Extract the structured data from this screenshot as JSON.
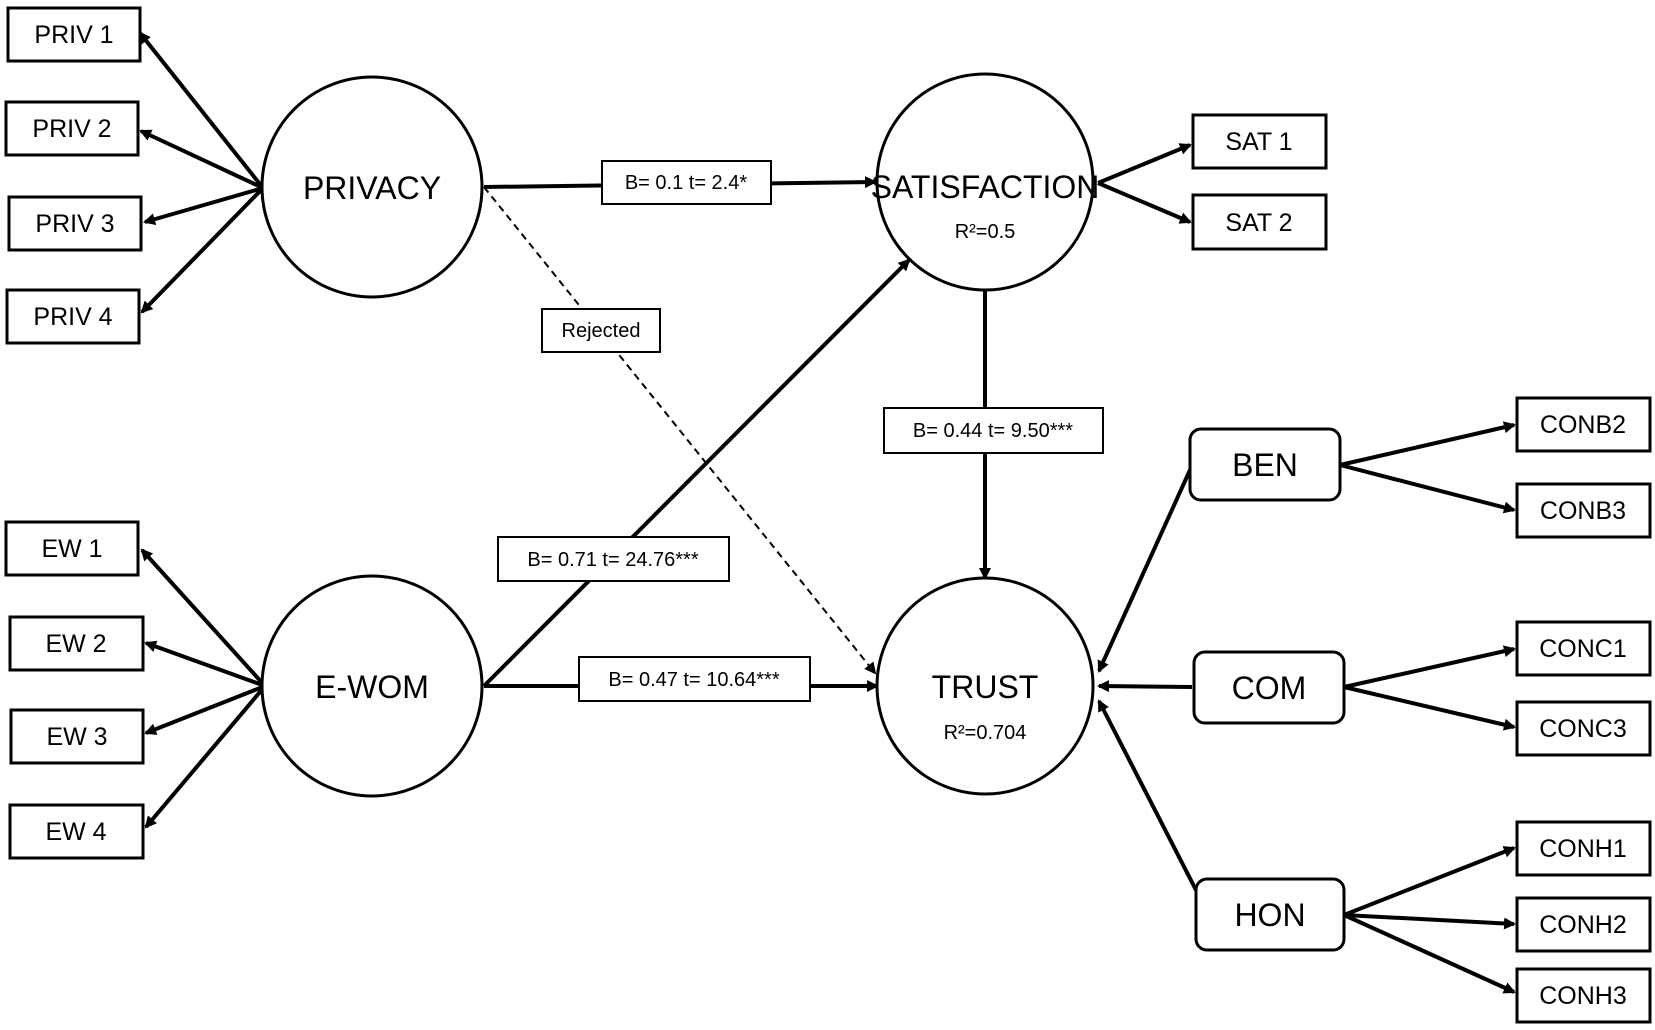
{
  "constructs": {
    "privacy": "PRIVACY",
    "ewom": "E-WOM",
    "satisfaction": "SATISFACTION",
    "satisfaction_r2": "R²=0.5",
    "trust": "TRUST",
    "trust_r2": "R²=0.704",
    "ben": "BEN",
    "com": "COM",
    "hon": "HON"
  },
  "indicators": {
    "privacy": [
      "PRIV 1",
      "PRIV 2",
      "PRIV 3",
      "PRIV 4"
    ],
    "ewom": [
      "EW 1",
      "EW 2",
      "EW 3",
      "EW 4"
    ],
    "satisfaction": [
      "SAT 1",
      "SAT 2"
    ],
    "ben": [
      "CONB2",
      "CONB3"
    ],
    "com": [
      "CONC1",
      "CONC3"
    ],
    "hon": [
      "CONH1",
      "CONH2",
      "CONH3"
    ]
  },
  "paths": {
    "privacy_satisfaction": "B= 0.1 t= 2.4*",
    "privacy_trust": "Rejected",
    "satisfaction_trust": "B= 0.44 t= 9.50***",
    "ewom_satisfaction": "B= 0.71 t= 24.76***",
    "ewom_trust": "B= 0.47 t= 10.64***"
  }
}
